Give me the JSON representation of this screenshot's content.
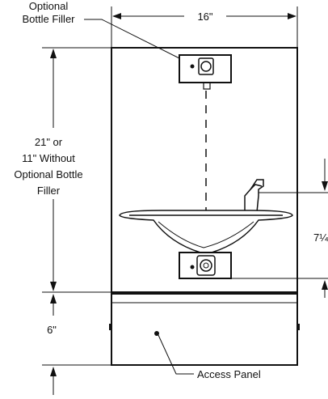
{
  "labels": {
    "bottle_filler_line1": "Optional",
    "bottle_filler_line2": "Bottle Filler",
    "width": "16\"",
    "height_line1": "21\" or",
    "height_line2": "11\" Without",
    "height_line3": "Optional Bottle",
    "height_line4": "Filler",
    "bottom_height": "6\"",
    "right_dim": "7¼",
    "access_panel": "Access Panel"
  }
}
